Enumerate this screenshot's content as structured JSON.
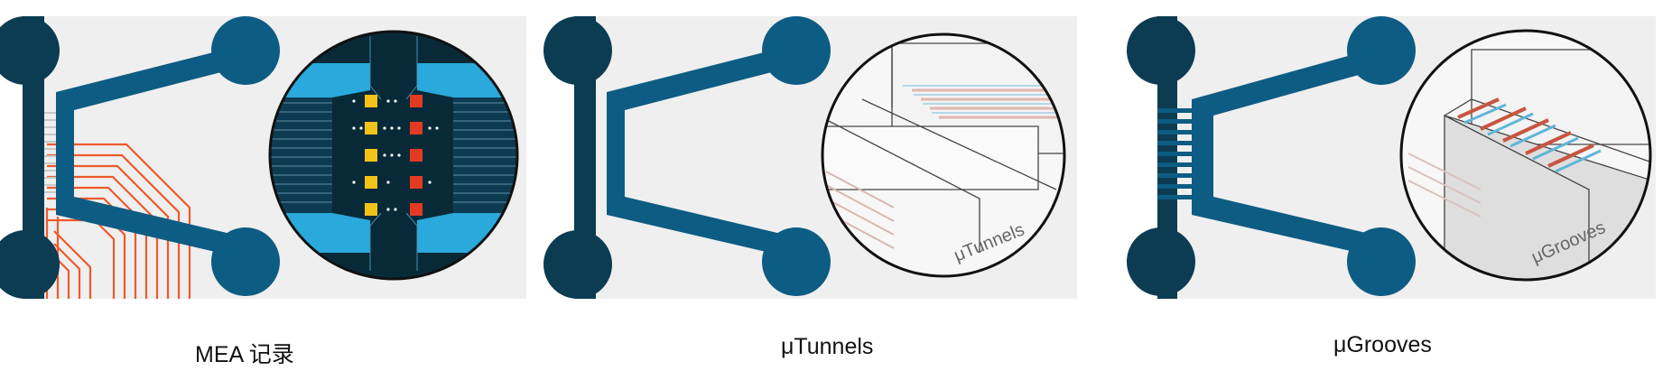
{
  "panels": [
    {
      "caption": "MEA 记录"
    },
    {
      "caption": "μTunnels",
      "inset_label": "μTunnels"
    },
    {
      "caption": "μGrooves",
      "inset_label": "μGrooves"
    }
  ],
  "colors": {
    "panel_bg": "#efefef",
    "chamber": "#0d5c83",
    "edge": "#0b3c52",
    "electrode_trace": "#ee5a2c",
    "mea_cyan": "#29a9dc",
    "mea_dark": "#082a38",
    "electrode_yellow": "#f1c31a",
    "electrode_red": "#e23b22"
  }
}
